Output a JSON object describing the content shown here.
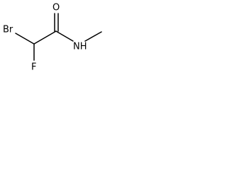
{
  "structure": {
    "atoms": {
      "oxygen": "O",
      "bromine": "Br",
      "fluorine": "F",
      "nitrogen_hydrogen": "NH"
    },
    "colors": {
      "bond": "#000000",
      "label": "#000000",
      "background": "#ffffff"
    }
  }
}
